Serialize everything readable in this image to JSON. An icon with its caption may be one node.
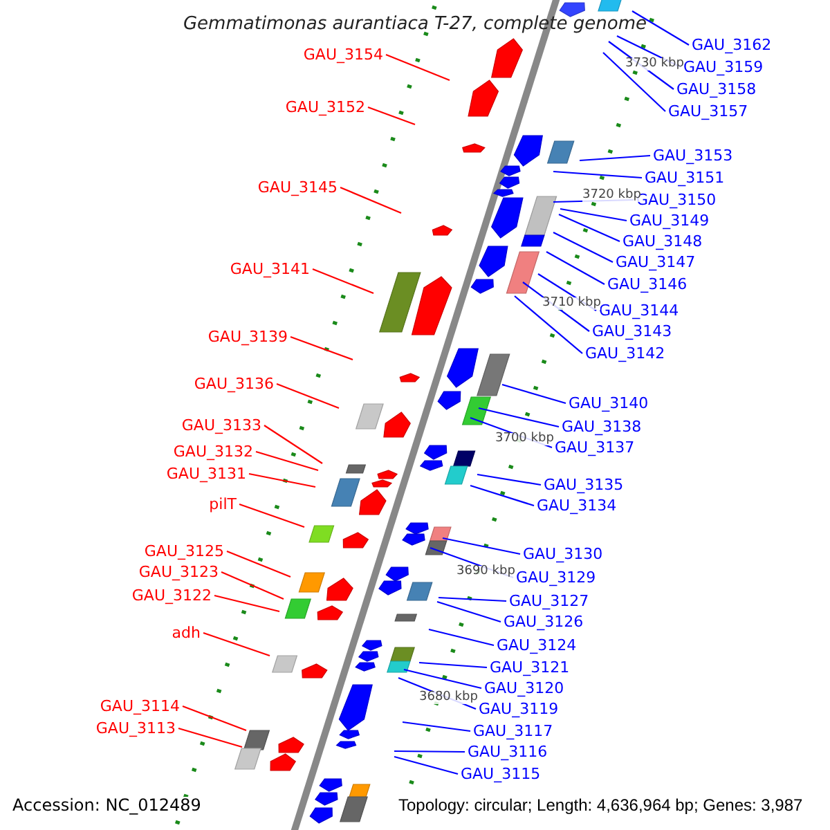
{
  "diagram": {
    "title": "Gemmatimonas aurantiaca T-27, complete genome",
    "nodes": [
      {
        "text": [
          "GAU_3154"
        ]
      },
      {
        "text": [
          "GAU_3152"
        ]
      },
      {
        "text": [
          "GAU_3145"
        ]
      },
      {
        "text": [
          "GAU_3141"
        ]
      },
      {
        "text": [
          "GAU_3139"
        ]
      },
      {
        "text": [
          "GAU_3136"
        ]
      },
      {
        "text": [
          "GAU_3133"
        ]
      },
      {
        "text": [
          "GAU_3132"
        ]
      },
      {
        "text": [
          "GAU_3131"
        ]
      },
      {
        "text": [
          "pilT"
        ]
      },
      {
        "text": [
          "GAU_3125"
        ]
      },
      {
        "text": [
          "GAU_3123"
        ]
      },
      {
        "text": [
          "GAU_3122"
        ]
      },
      {
        "text": [
          "adh"
        ]
      },
      {
        "text": [
          "GAU_3114"
        ]
      },
      {
        "text": [
          "GAU_3113"
        ]
      },
      {
        "text": [
          "GAU_3162"
        ]
      },
      {
        "text": [
          "GAU_3159"
        ]
      },
      {
        "text": [
          "GAU_3158"
        ]
      },
      {
        "text": [
          "GAU_3157"
        ]
      },
      {
        "text": [
          "GAU_3153"
        ]
      },
      {
        "text": [
          "GAU_3151"
        ]
      },
      {
        "text": [
          "GAU_3150"
        ]
      },
      {
        "text": [
          "GAU_3149"
        ]
      },
      {
        "text": [
          "GAU_3148"
        ]
      },
      {
        "text": [
          "GAU_3147"
        ]
      },
      {
        "text": [
          "GAU_3146"
        ]
      },
      {
        "text": [
          "GAU_3144"
        ]
      },
      {
        "text": [
          "GAU_3143"
        ]
      },
      {
        "text": [
          "GAU_3142"
        ]
      },
      {
        "text": [
          "GAU_3140"
        ]
      },
      {
        "text": [
          "GAU_3138"
        ]
      },
      {
        "text": [
          "GAU_3137"
        ]
      },
      {
        "text": [
          "GAU_3135"
        ]
      },
      {
        "text": [
          "GAU_3134"
        ]
      },
      {
        "text": [
          "GAU_3130"
        ]
      },
      {
        "text": [
          "GAU_3129"
        ]
      },
      {
        "text": [
          "GAU_3127"
        ]
      },
      {
        "text": [
          "GAU_3126"
        ]
      },
      {
        "text": [
          "GAU_3124"
        ]
      },
      {
        "text": [
          "GAU_3121"
        ]
      },
      {
        "text": [
          "GAU_3120"
        ]
      },
      {
        "text": [
          "GAU_3119"
        ]
      },
      {
        "text": [
          "GAU_3117"
        ]
      },
      {
        "text": [
          "GAU_3116"
        ]
      },
      {
        "text": [
          "GAU_3115"
        ]
      }
    ],
    "edges": [
      {
        "from": 0,
        "to": null,
        "arrow": "none",
        "color": "#ff0000"
      },
      {
        "from": 1,
        "to": null,
        "arrow": "none",
        "color": "#ff0000"
      },
      {
        "from": 2,
        "to": null,
        "arrow": "none",
        "color": "#ff0000"
      },
      {
        "from": 3,
        "to": null,
        "arrow": "none",
        "color": "#ff0000"
      },
      {
        "from": 4,
        "to": null,
        "arrow": "none",
        "color": "#ff0000"
      },
      {
        "from": 5,
        "to": null,
        "arrow": "none",
        "color": "#ff0000"
      },
      {
        "from": 6,
        "to": null,
        "arrow": "none",
        "color": "#ff0000"
      },
      {
        "from": 7,
        "to": null,
        "arrow": "none",
        "color": "#ff0000"
      },
      {
        "from": 8,
        "to": null,
        "arrow": "none",
        "color": "#ff0000"
      },
      {
        "from": 9,
        "to": null,
        "arrow": "none",
        "color": "#ff0000"
      },
      {
        "from": 10,
        "to": null,
        "arrow": "none",
        "color": "#ff0000"
      },
      {
        "from": 11,
        "to": null,
        "arrow": "none",
        "color": "#ff0000"
      },
      {
        "from": 12,
        "to": null,
        "arrow": "none",
        "color": "#ff0000"
      },
      {
        "from": 13,
        "to": null,
        "arrow": "none",
        "color": "#ff0000"
      },
      {
        "from": 14,
        "to": null,
        "arrow": "none",
        "color": "#ff0000"
      },
      {
        "from": 15,
        "to": null,
        "arrow": "none",
        "color": "#ff0000"
      },
      {
        "from": 16,
        "to": null,
        "arrow": "none"
      },
      {
        "from": 17,
        "to": null,
        "arrow": "none"
      },
      {
        "from": 18,
        "to": null,
        "arrow": "none"
      },
      {
        "from": 19,
        "to": null,
        "arrow": "none"
      },
      {
        "from": 20,
        "to": null,
        "arrow": "none"
      },
      {
        "from": 21,
        "to": null,
        "arrow": "none"
      },
      {
        "from": 22,
        "to": null,
        "arrow": "none"
      },
      {
        "from": 23,
        "to": null,
        "arrow": "none"
      },
      {
        "from": 24,
        "to": null,
        "arrow": "none"
      },
      {
        "from": 25,
        "to": null,
        "arrow": "none"
      },
      {
        "from": 26,
        "to": null,
        "arrow": "none"
      },
      {
        "from": 27,
        "to": null,
        "arrow": "none"
      },
      {
        "from": 28,
        "to": null,
        "arrow": "none"
      },
      {
        "from": 29,
        "to": null,
        "arrow": "none"
      },
      {
        "from": 30,
        "to": null,
        "arrow": "none"
      },
      {
        "from": 31,
        "to": null,
        "arrow": "none"
      },
      {
        "from": 32,
        "to": null,
        "arrow": "none"
      },
      {
        "from": 33,
        "to": null,
        "arrow": "none"
      },
      {
        "from": 34,
        "to": null,
        "arrow": "none"
      },
      {
        "from": 35,
        "to": null,
        "arrow": "none"
      },
      {
        "from": 36,
        "to": null,
        "arrow": "none"
      },
      {
        "from": 37,
        "to": null,
        "arrow": "none"
      },
      {
        "from": 38,
        "to": null,
        "arrow": "none"
      },
      {
        "from": 39,
        "to": null,
        "arrow": "none"
      },
      {
        "from": 40,
        "to": null,
        "arrow": "none"
      },
      {
        "from": 41,
        "to": null,
        "arrow": "none"
      },
      {
        "from": 42,
        "to": null,
        "arrow": "none"
      },
      {
        "from": 43,
        "to": null,
        "arrow": "none"
      },
      {
        "from": 44,
        "to": null,
        "arrow": "none"
      },
      {
        "from": 45,
        "to": null,
        "arrow": "none"
      }
    ],
    "labels": [
      "3730 kbp",
      "3720 kbp",
      "3710 kbp",
      "3700 kbp",
      "3690 kbp",
      "3680 kbp",
      "Accession: NC_012489",
      "Topology: circular; Length: 4,636,964 bp; Genes: 3,987"
    ]
  }
}
